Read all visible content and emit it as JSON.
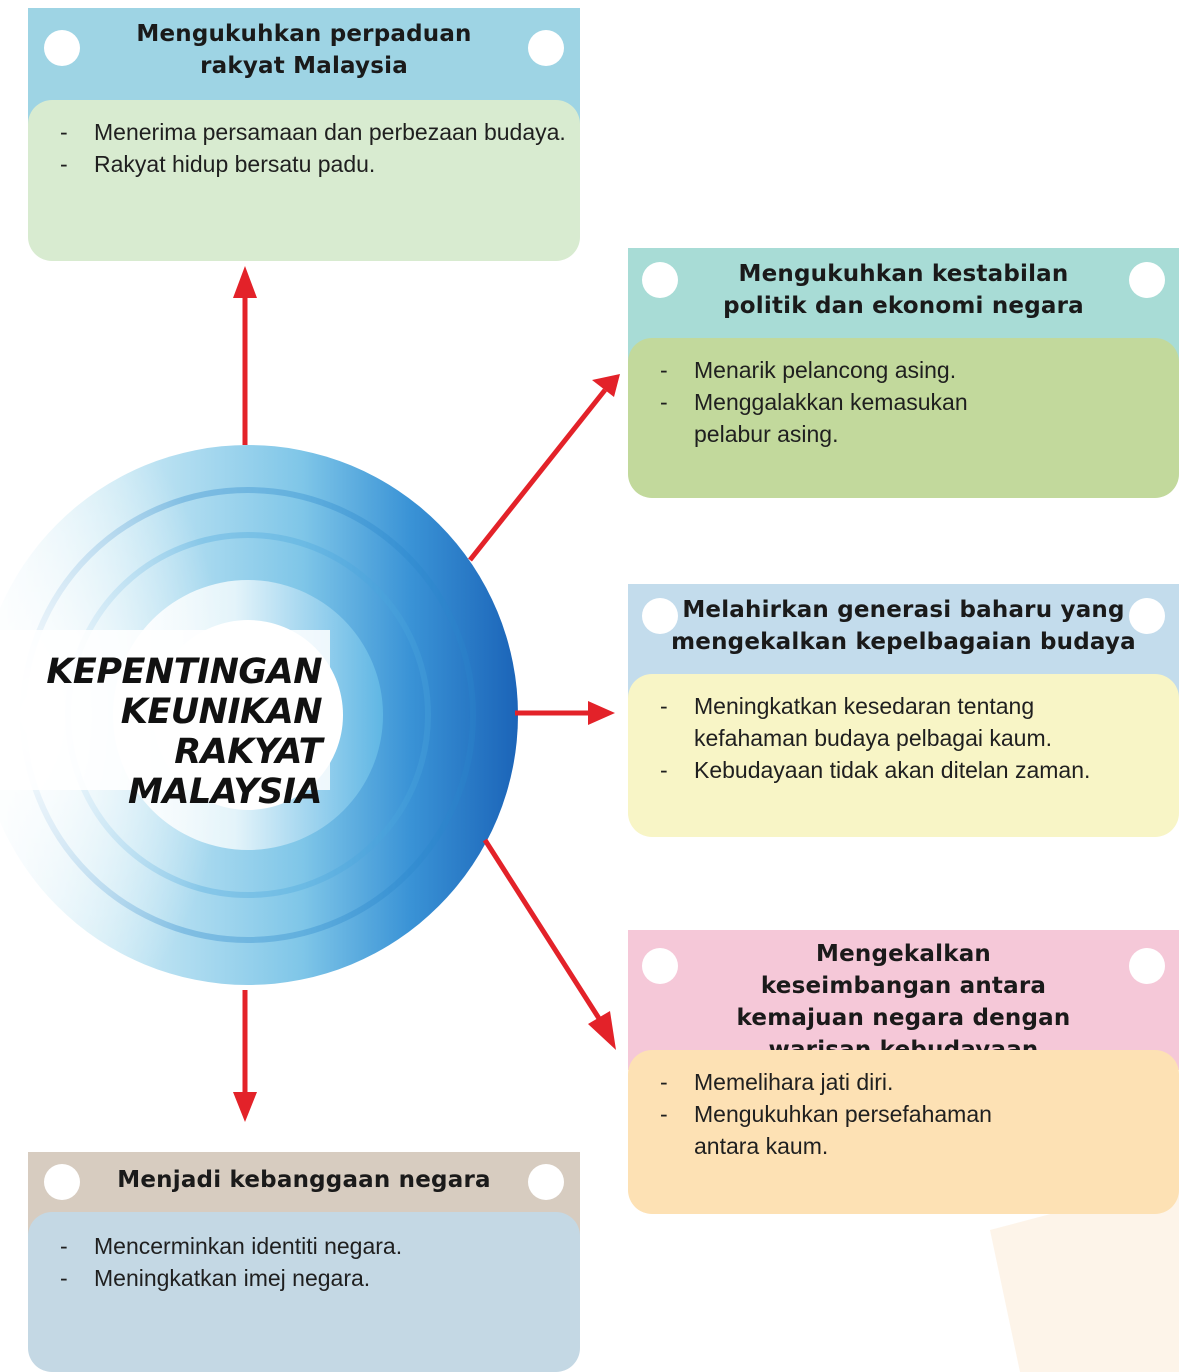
{
  "center": {
    "title_lines": [
      "KEPENTINGAN",
      "KEUNIKAN",
      "RAKYAT MALAYSIA"
    ]
  },
  "cards": [
    {
      "title": "Mengukuhkan perpaduan rakyat Malaysia",
      "points": [
        "Menerima persamaan dan perbezaan budaya.",
        "Rakyat hidup bersatu padu."
      ],
      "header_color": "#9ed4e4",
      "body_color": "#d8ebd0"
    },
    {
      "title": "Mengukuhkan kestabilan politik dan ekonomi negara",
      "points": [
        "Menarik pelancong asing.",
        "Menggalakkan kemasukan pelabur asing."
      ],
      "header_color": "#a8dcd6",
      "body_color": "#c2d99c"
    },
    {
      "title": "Melahirkan generasi baharu yang mengekalkan kepelbagaian budaya",
      "points": [
        "Meningkatkan kesedaran tentang kefahaman budaya pelbagai kaum.",
        "Kebudayaan tidak akan ditelan zaman."
      ],
      "header_color": "#c3dcec",
      "body_color": "#f8f5c6"
    },
    {
      "title": "Mengekalkan keseimbangan antara kemajuan negara dengan warisan kebudayaan",
      "points": [
        "Memelihara jati diri.",
        "Mengukuhkan persefahaman antara kaum."
      ],
      "header_color": "#f5c8d8",
      "body_color": "#fde1b4"
    },
    {
      "title": "Menjadi kebanggaan negara",
      "points": [
        "Mencerminkan identiti negara.",
        "Meningkatkan imej negara."
      ],
      "header_color": "#d7ccc0",
      "body_color": "#c4d8e4"
    }
  ],
  "colors": {
    "arrow": "#e32229",
    "ring_dark": "#1f6fc0",
    "ring_light": "#bfe6f3"
  }
}
